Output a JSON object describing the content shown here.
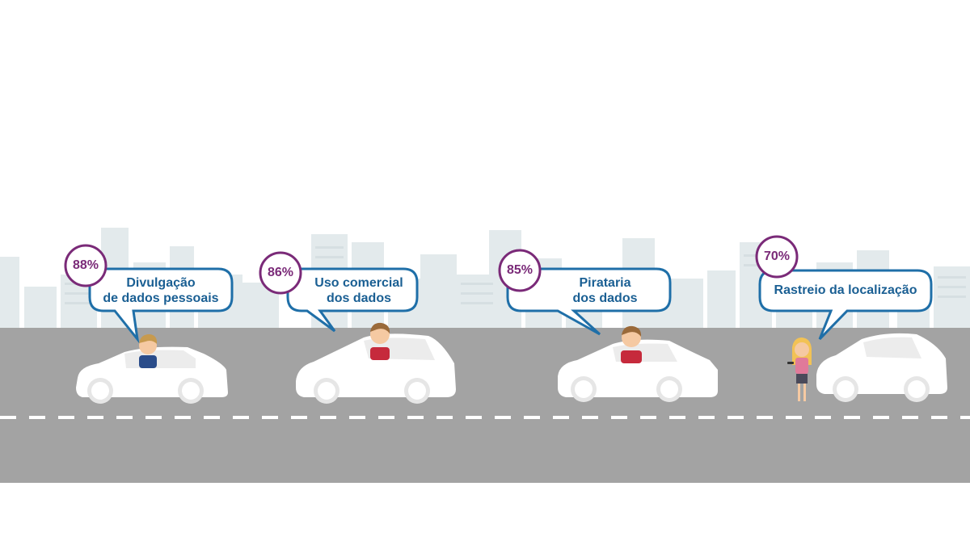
{
  "callouts": [
    {
      "percent": "88%",
      "line1": "Divulgação",
      "line2": "de dados pessoais"
    },
    {
      "percent": "86%",
      "line1": "Uso comercial",
      "line2": "dos dados"
    },
    {
      "percent": "85%",
      "line1": "Pirataria",
      "line2": "dos dados"
    },
    {
      "percent": "70%",
      "line1": "Rastreio da localização",
      "line2": ""
    }
  ],
  "colors": {
    "road": "#a3a3a3",
    "city": "#e3eaec",
    "bubble_border": "#1f6fa8",
    "bubble_text": "#1a5f93",
    "percent_ring": "#7a2a78",
    "car": "#ffffff"
  },
  "icons": [
    "car-icon",
    "driver-icon",
    "pedestrian-icon",
    "speech-bubble-icon",
    "building-icon"
  ]
}
